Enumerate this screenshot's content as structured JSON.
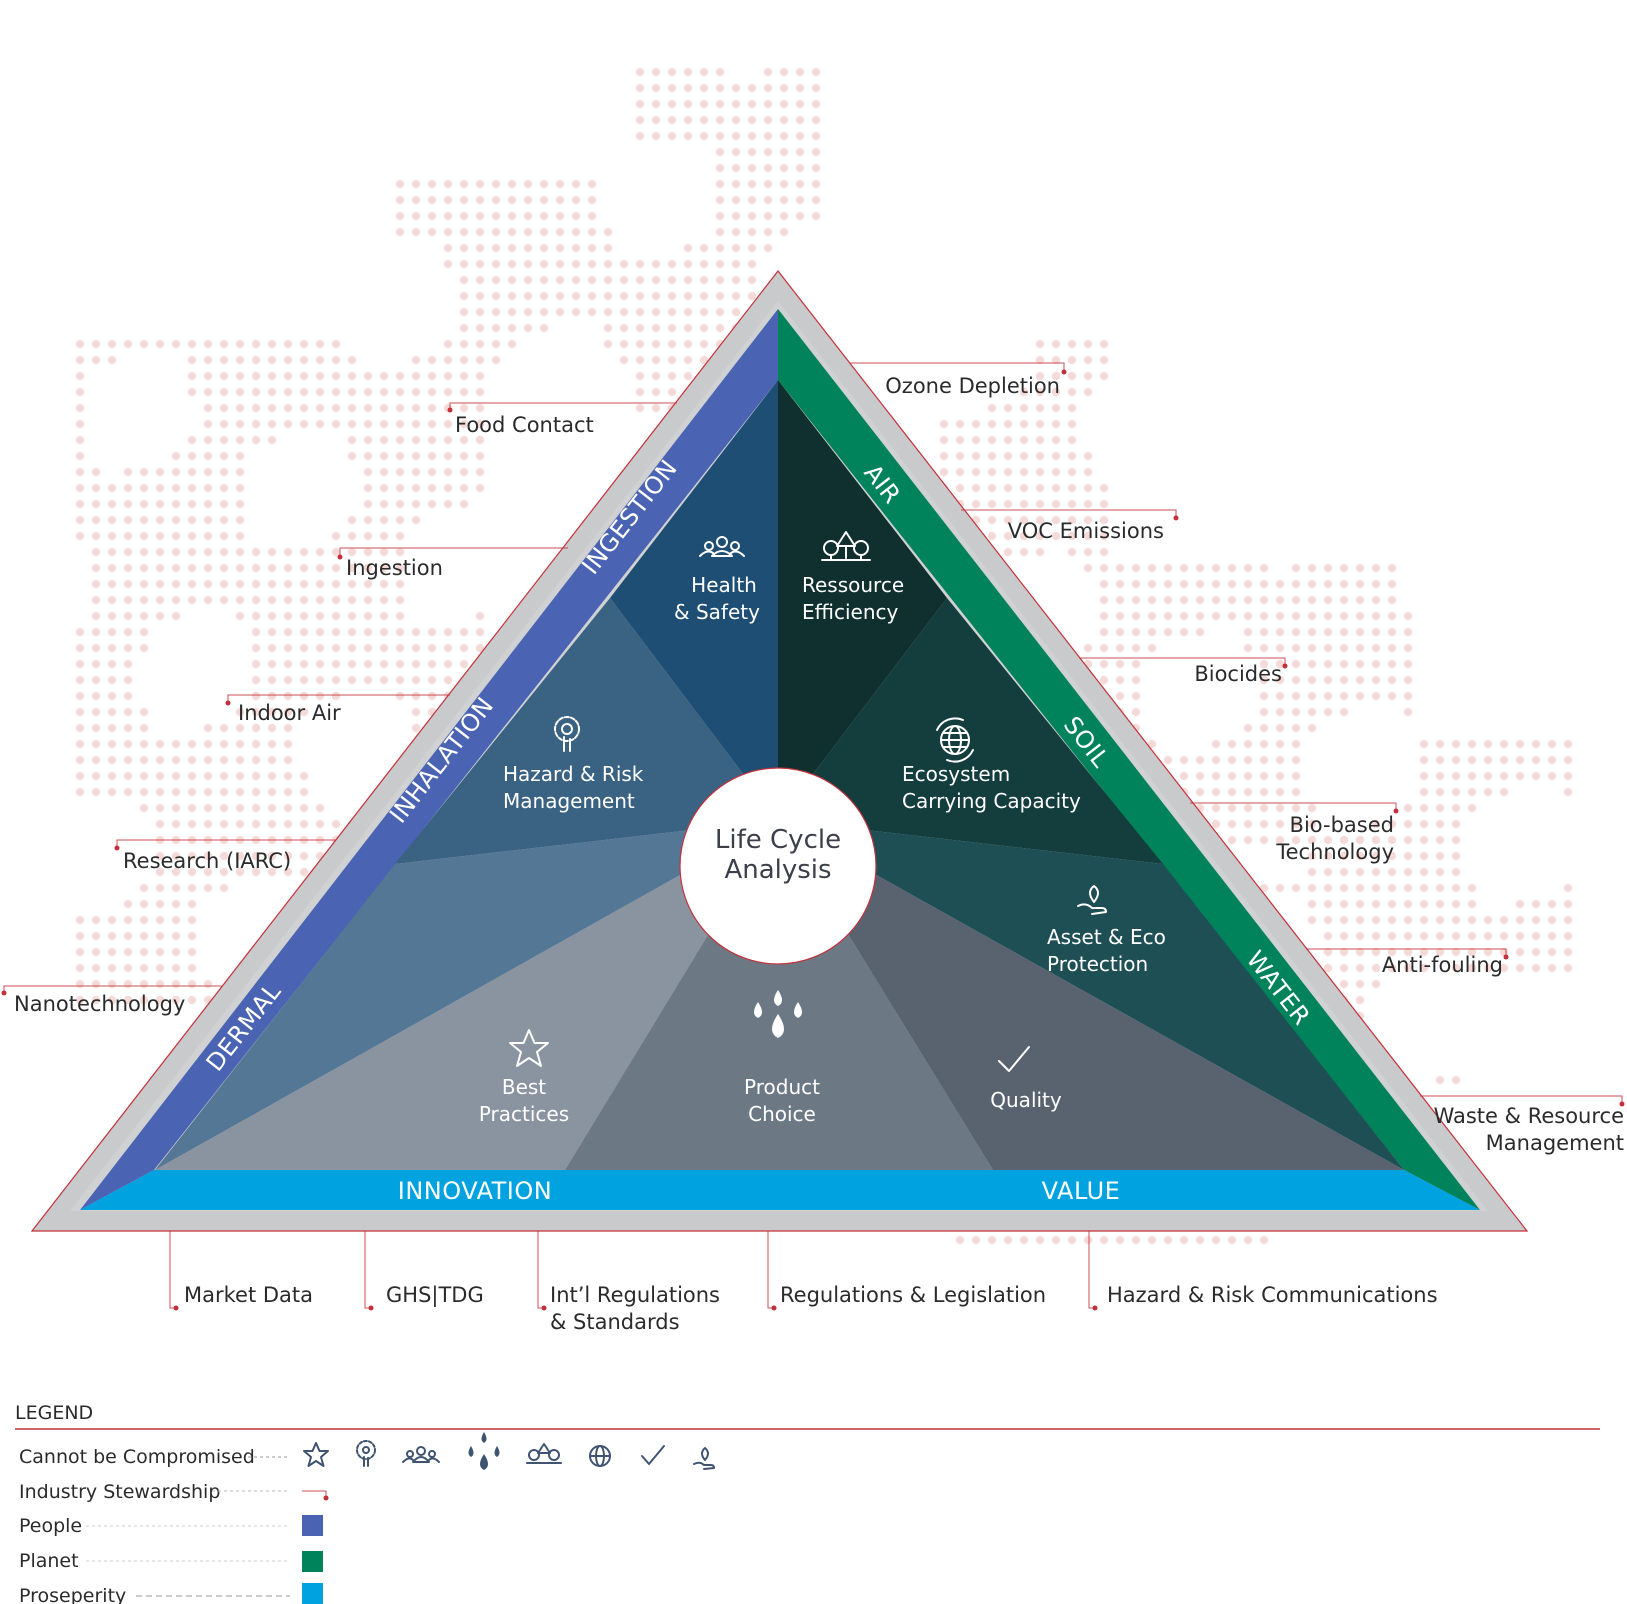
{
  "center": {
    "line1": "Life Cycle",
    "line2": "Analysis"
  },
  "sides": {
    "left": [
      "INGESTION",
      "INHALATION",
      "DERMAL"
    ],
    "right": [
      "AIR",
      "SOIL",
      "WATER"
    ],
    "bottom": [
      "INNOVATION",
      "VALUE"
    ]
  },
  "segments": {
    "health_safety": [
      "Health",
      "& Safety"
    ],
    "resource_efficiency": [
      "Ressource",
      "Efficiency"
    ],
    "hazard_risk": [
      "Hazard & Risk",
      "Management"
    ],
    "ecosystem": [
      "Ecosystem",
      "Carrying Capacity"
    ],
    "asset_eco": [
      "Asset & Eco",
      "Protection"
    ],
    "best_practices": [
      "Best",
      "Practices"
    ],
    "product_choice": [
      "Product",
      "Choice"
    ],
    "quality": [
      "Quality"
    ]
  },
  "left_labels": [
    "Food Contact",
    "Ingestion",
    "Indoor Air",
    "Research (IARC)",
    "Nanotechnology"
  ],
  "right_labels": {
    "ozone": [
      "Ozone Depletion"
    ],
    "voc": [
      "VOC Emissions"
    ],
    "biocides": [
      "Biocides"
    ],
    "biobased": [
      "Bio-based",
      "Technology"
    ],
    "antifouling": [
      "Anti-fouling"
    ],
    "waste": [
      "Waste & Resource",
      "Management"
    ]
  },
  "bottom_labels": {
    "market": [
      "Market Data"
    ],
    "ghs": [
      "GHS|TDG"
    ],
    "intl": [
      "Int’l Regulations",
      "& Standards"
    ],
    "regs": [
      "Regulations & Legislation"
    ],
    "hazcom": [
      "Hazard & Risk Communications"
    ]
  },
  "legend": {
    "title": "LEGEND",
    "rows": [
      "Cannot be Compromised",
      "Industry Stewardship",
      "People",
      "Planet",
      "Proseperity"
    ]
  },
  "colors": {
    "people": "#4a63b2",
    "planet": "#00825a",
    "prosperity": "#00a3e0",
    "frame": "#c9cacc",
    "accent": "#c4303a"
  },
  "icons": [
    "star-icon",
    "gear-hand-icon",
    "people-icon",
    "drops-icon",
    "trees-icon",
    "globe-icon",
    "check-icon",
    "leaf-hand-icon"
  ]
}
